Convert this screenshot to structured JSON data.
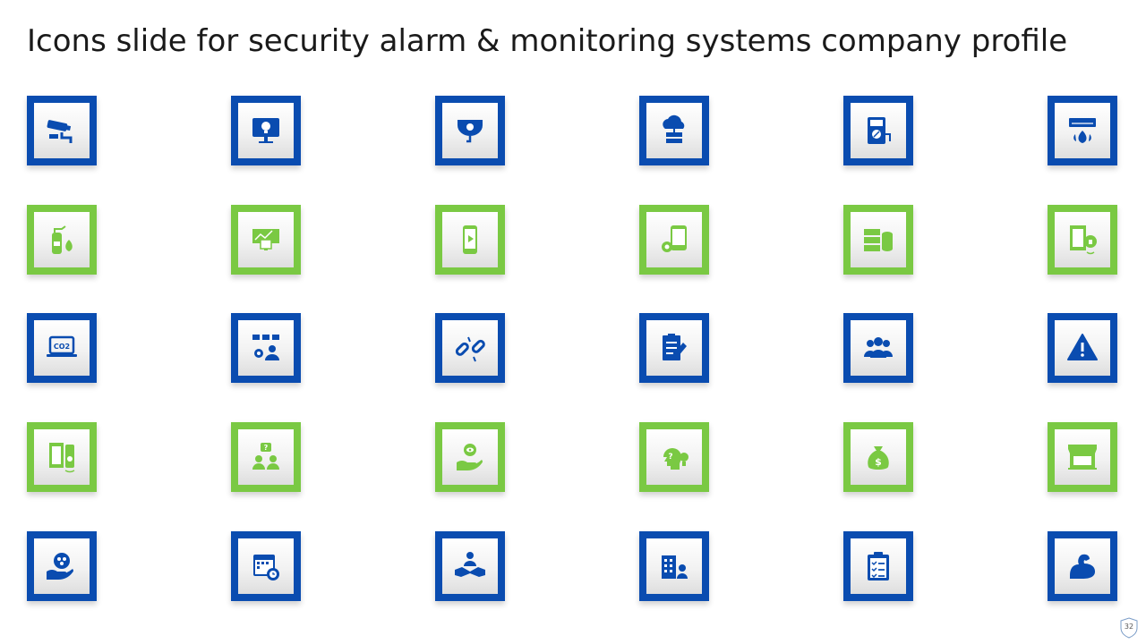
{
  "title": "Icons slide for security alarm & monitoring systems company profile",
  "page_number": "32",
  "colors": {
    "blue": "#0a4cb0",
    "green": "#7ac943"
  },
  "rows": [
    {
      "variant": "blue",
      "icons": [
        "cctv-camera-icon",
        "bulb-monitor-icon",
        "dome-camera-icon",
        "cloud-server-icon",
        "multimeter-icon",
        "heater-fire-icon"
      ]
    },
    {
      "variant": "green",
      "icons": [
        "fire-extinguisher-icon",
        "presentation-board-icon",
        "mobile-video-icon",
        "mobile-settings-icon",
        "server-database-icon",
        "door-lock-icon"
      ]
    },
    {
      "variant": "blue",
      "icons": [
        "co2-laptop-icon",
        "team-process-icon",
        "broken-link-icon",
        "checklist-pen-icon",
        "group-users-icon",
        "warning-triangle-icon"
      ]
    },
    {
      "variant": "green",
      "icons": [
        "door-sensor-icon",
        "team-question-icon",
        "hand-eye-icon",
        "head-bulb-icon",
        "money-bag-icon",
        "shop-icon"
      ]
    },
    {
      "variant": "blue",
      "icons": [
        "hand-team-icon",
        "calendar-clock-icon",
        "handshake-icon",
        "office-building-icon",
        "clipboard-list-icon",
        "flexed-arm-icon"
      ]
    }
  ]
}
